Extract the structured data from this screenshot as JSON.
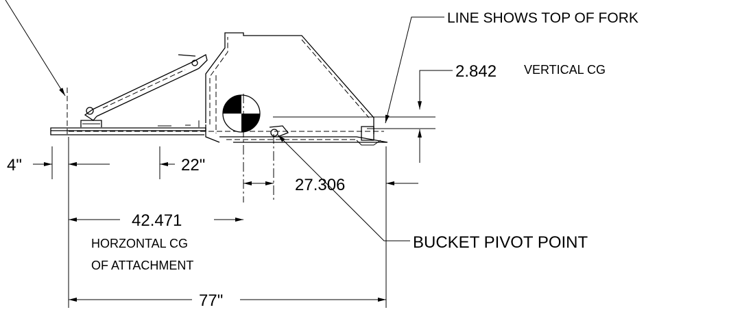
{
  "colors": {
    "ink": "#000000",
    "background": "#ffffff"
  },
  "labels": {
    "top_of_fork": "LINE SHOWS TOP OF FORK",
    "vertical_cg_value": "2.842",
    "vertical_cg": "VERTICAL CG",
    "dim_4": "4\"",
    "dim_22": "22\"",
    "dim_27": "27.306",
    "dim_42": "42.471",
    "horizontal_cg_line1": "HORZONTAL CG",
    "horizontal_cg_line2": "OF ATTACHMENT",
    "pivot": "BUCKET PIVOT POINT",
    "dim_77": "77\""
  }
}
